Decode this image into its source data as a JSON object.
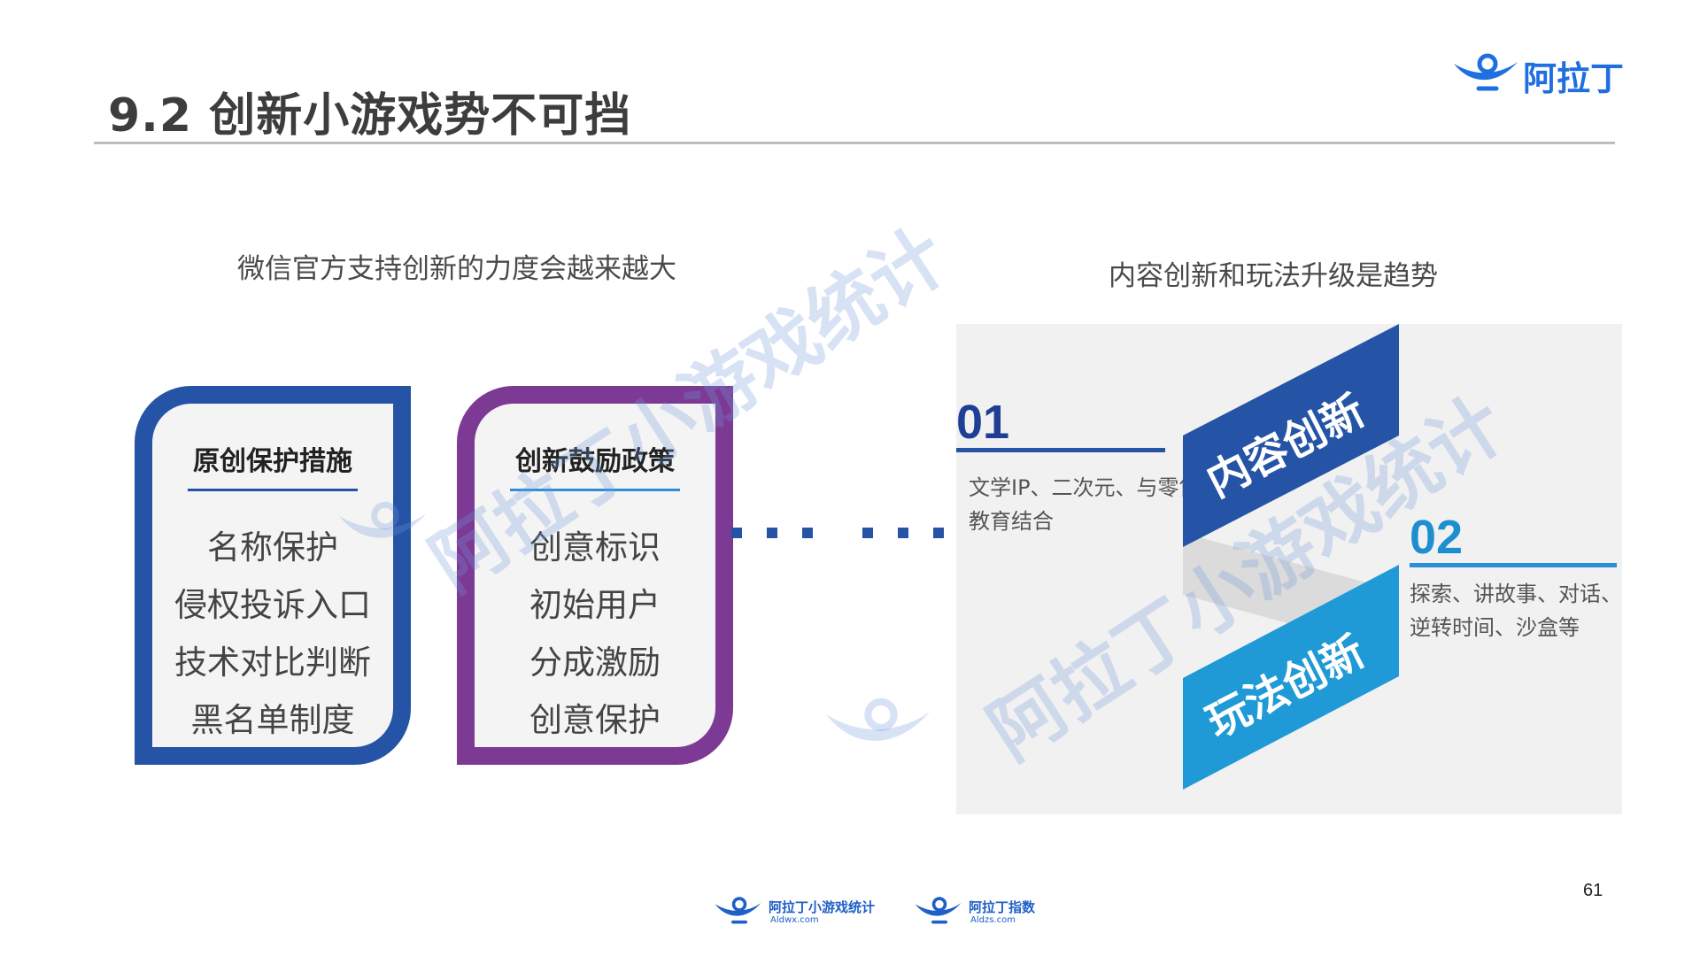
{
  "header": {
    "title": "9.2 创新小游戏势不可挡",
    "logo_text": "阿拉丁"
  },
  "left": {
    "heading": "微信官方支持创新的力度会越来越大",
    "cards": [
      {
        "title": "原创保护措施",
        "items": [
          "名称保护",
          "侵权投诉入口",
          "技术对比判断",
          "黑名单制度"
        ],
        "color": "#2554a6"
      },
      {
        "title": "创新鼓励政策",
        "items": [
          "创意标识",
          "初始用户",
          "分成激励",
          "创意保护"
        ],
        "color": "#7c3a94"
      }
    ]
  },
  "right": {
    "heading": "内容创新和玩法升级是趋势",
    "item1": {
      "num": "01",
      "label": "内容创新",
      "desc": "文学IP、二次元、与零售教育结合",
      "color": "#2554a6"
    },
    "item2": {
      "num": "02",
      "label": "玩法创新",
      "desc": "探索、讲故事、对话、逆转时间、沙盒等",
      "color": "#1f9ad6"
    }
  },
  "footer": {
    "page_number": "61",
    "logo1": {
      "name": "阿拉丁小游戏统计",
      "url": "Aldwx.com"
    },
    "logo2": {
      "name": "阿拉丁指数",
      "url": "Aldzs.com"
    }
  },
  "watermark": "阿拉丁小游戏统计"
}
